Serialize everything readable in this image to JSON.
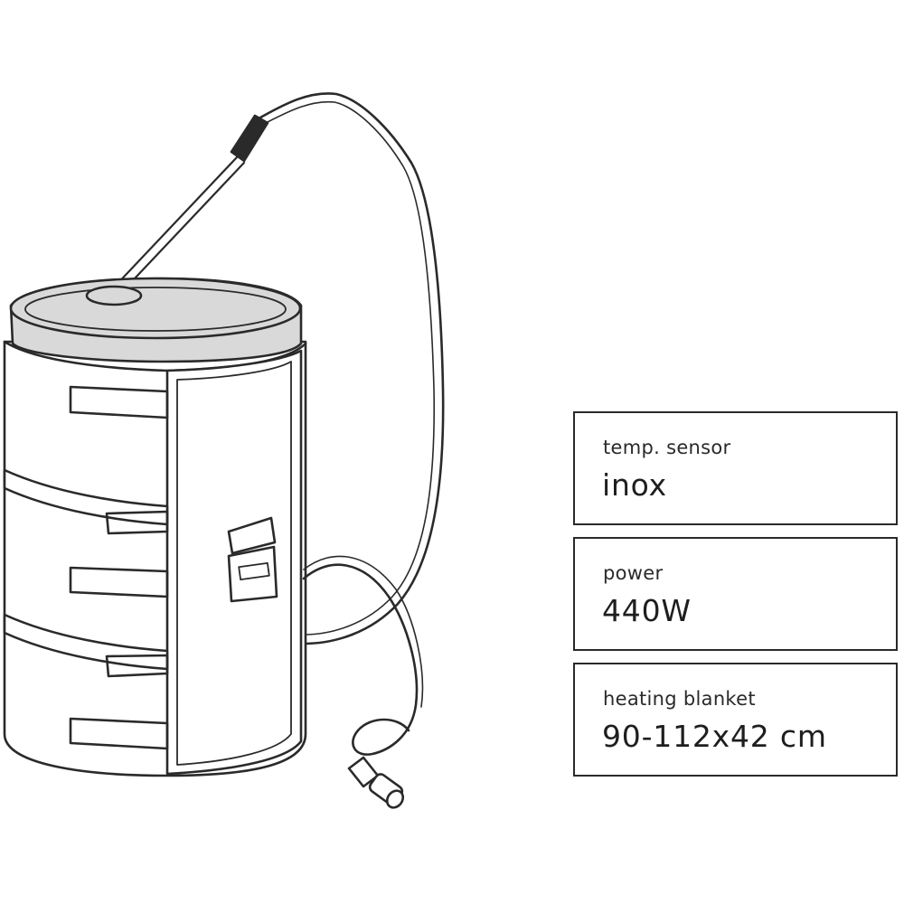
{
  "illustration": {
    "subject": "drum-heater-with-temperature-sensor",
    "stroke_color": "#2a2a2a",
    "lid_fill_color": "#d9d9d9",
    "body_fill_color": "#ffffff"
  },
  "specs": [
    {
      "label": "temp. sensor",
      "value": "inox"
    },
    {
      "label": "power",
      "value": "440W"
    },
    {
      "label": "heating blanket",
      "value": "90-112x42 cm"
    }
  ]
}
